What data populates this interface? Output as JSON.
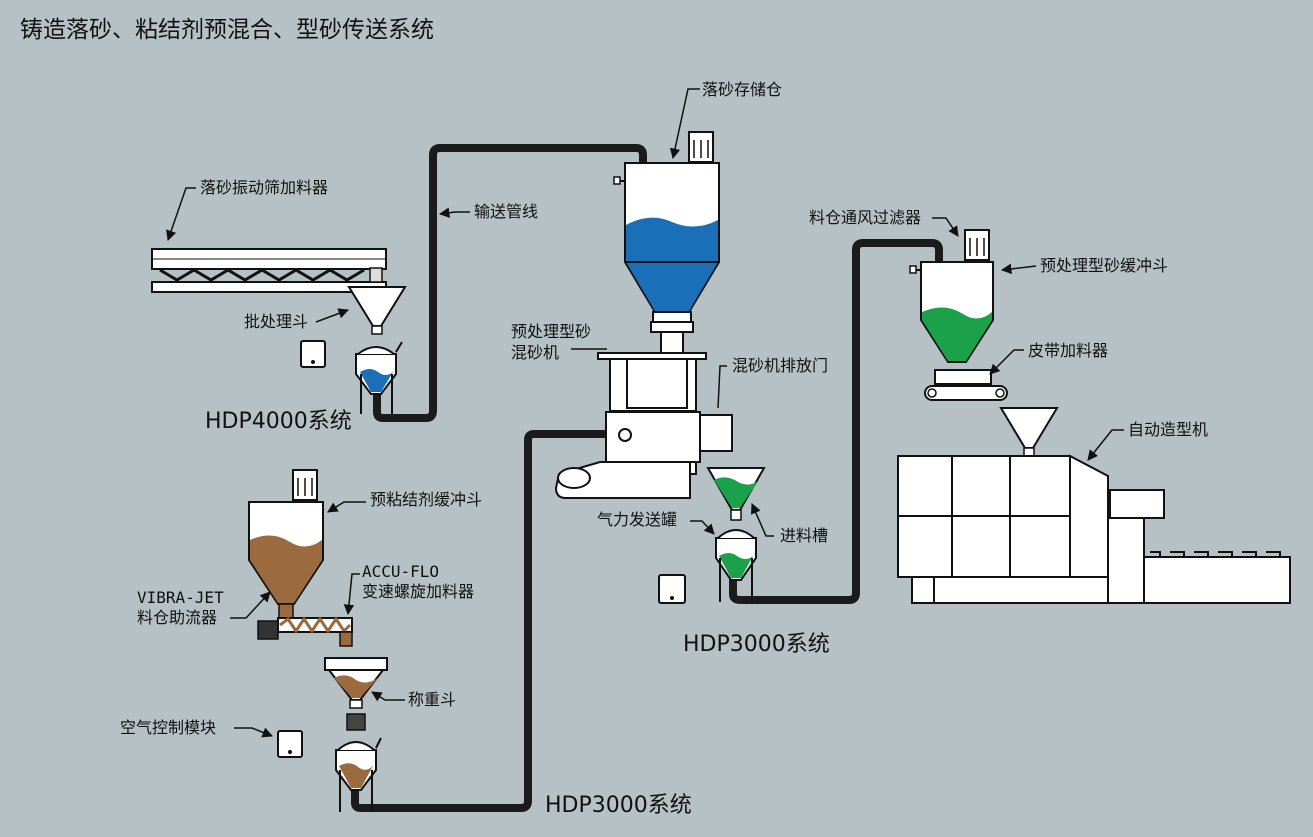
{
  "title": "铸造落砂、粘结剂预混合、型砂传送系统",
  "colors": {
    "background": "#b6c1c5",
    "blue_fill": "#1a6fb8",
    "green_fill": "#1aa14a",
    "brown_fill": "#9b6a3e",
    "pipe": "#1b1b1b"
  },
  "labels": {
    "shakeout_feeder": "落砂振动筛加料器",
    "batch_hopper": "批处理斗",
    "hdp4000": "HDP4000系统",
    "conveying_line": "输送管线",
    "sand_silo": "落砂存储仓",
    "premix_mixer_1": "预处理型砂",
    "premix_mixer_2": "混砂机",
    "mixer_discharge_gate": "混砂机排放门",
    "bin_vent_filter": "料仓通风过滤器",
    "pretreated_surge_hopper": "预处理型砂缓冲斗",
    "belt_feeder": "皮带加料器",
    "auto_molding_machine": "自动造型机",
    "pneumatic_vessel": "气力发送罐",
    "feed_chute": "进料槽",
    "hdp3000_right": "HDP3000系统",
    "binder_surge_hopper": "预粘结剂缓冲斗",
    "accu_flo_1": "ACCU-FLO",
    "accu_flo_2": "变速螺旋加料器",
    "vibra_jet_1": "VIBRA-JET",
    "vibra_jet_2": "料仓助流器",
    "weigh_hopper": "称重斗",
    "air_control_module": "空气控制模块",
    "hdp3000_bottom": "HDP3000系统"
  }
}
